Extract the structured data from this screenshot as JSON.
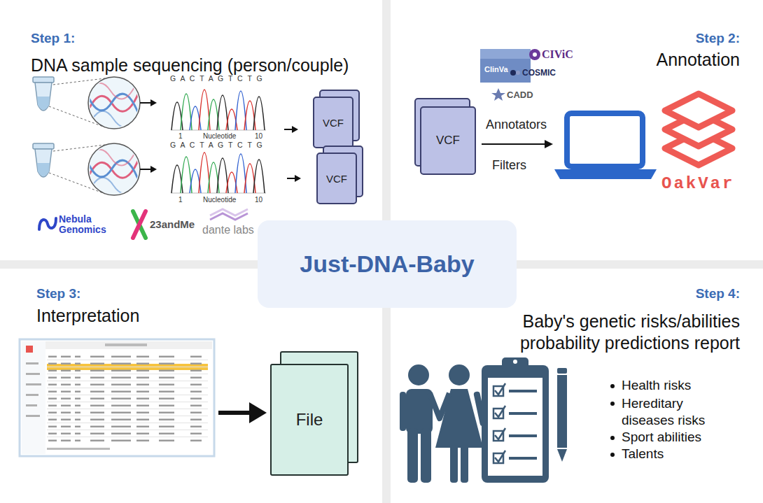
{
  "diagram": {
    "nodes": [
      {
        "text": [
          "Step 1:",
          "DNA sample sequencing (person/couple)"
        ]
      },
      {
        "text": [
          "VCF"
        ],
        "in": 0
      },
      {
        "text": [
          "VCF"
        ],
        "in": 0
      },
      {
        "text": [
          "Step 2:",
          "Annotation"
        ]
      },
      {
        "text": [
          "VCF"
        ],
        "in": 3
      },
      {
        "text": [
          "Just-DNA-Baby"
        ]
      },
      {
        "text": [
          "Step 3:",
          "Interpretation"
        ]
      },
      {
        "text": [
          "File"
        ],
        "in": 6
      },
      {
        "text": [
          "Step 4:",
          "Baby's genetic risks/abilities probability predictions report"
        ]
      }
    ],
    "labels": [
      "G A C T A G T C T G",
      "1",
      "Nucleotide",
      "10",
      "G A C T A G T C T G",
      "1",
      "Nucleotide",
      "10",
      "Nebula Genomics",
      "23andMe",
      "dante labs",
      "ClinVa",
      "CIViC",
      "COSMIC",
      "CADD",
      "Annotators",
      "Filters",
      "OakVar",
      "Health risks",
      "Hereditary diseases risks",
      "Sport abilities",
      "Talents"
    ]
  }
}
